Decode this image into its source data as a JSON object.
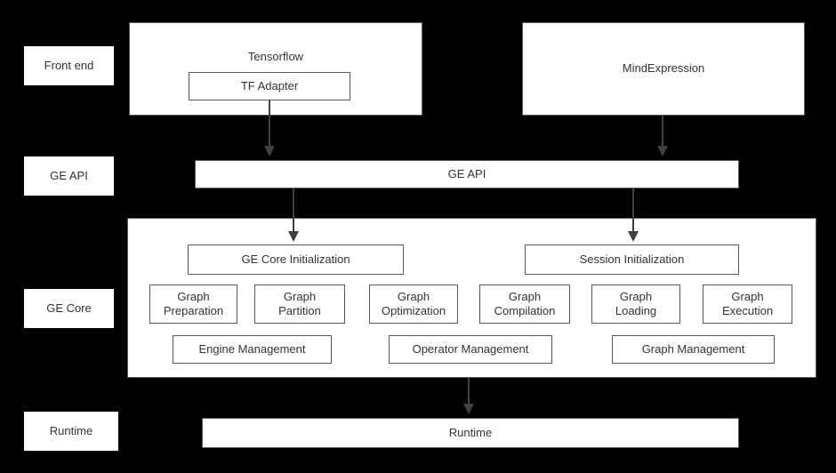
{
  "colors": {
    "background": "#000000",
    "box_fill": "#ffffff",
    "box_border": "#595959",
    "text": "#333333",
    "arrow": "#404040"
  },
  "rows": {
    "front_end": "Front end",
    "ge_api": "GE API",
    "ge_core": "GE Core",
    "runtime": "Runtime"
  },
  "front_end": {
    "tensorflow_label": "Tensorflow",
    "tf_adapter_label": "TF Adapter",
    "mindexpression_label": "MindExpression"
  },
  "ge_api": {
    "label": "GE API"
  },
  "ge_core": {
    "init": [
      "GE Core Initialization",
      "Session Initialization"
    ],
    "stages": [
      "Graph Preparation",
      "Graph Partition",
      "Graph Optimization",
      "Graph Compilation",
      "Graph Loading",
      "Graph Execution"
    ],
    "management": [
      "Engine Management",
      "Operator Management",
      "Graph Management"
    ]
  },
  "runtime": {
    "label": "Runtime"
  }
}
